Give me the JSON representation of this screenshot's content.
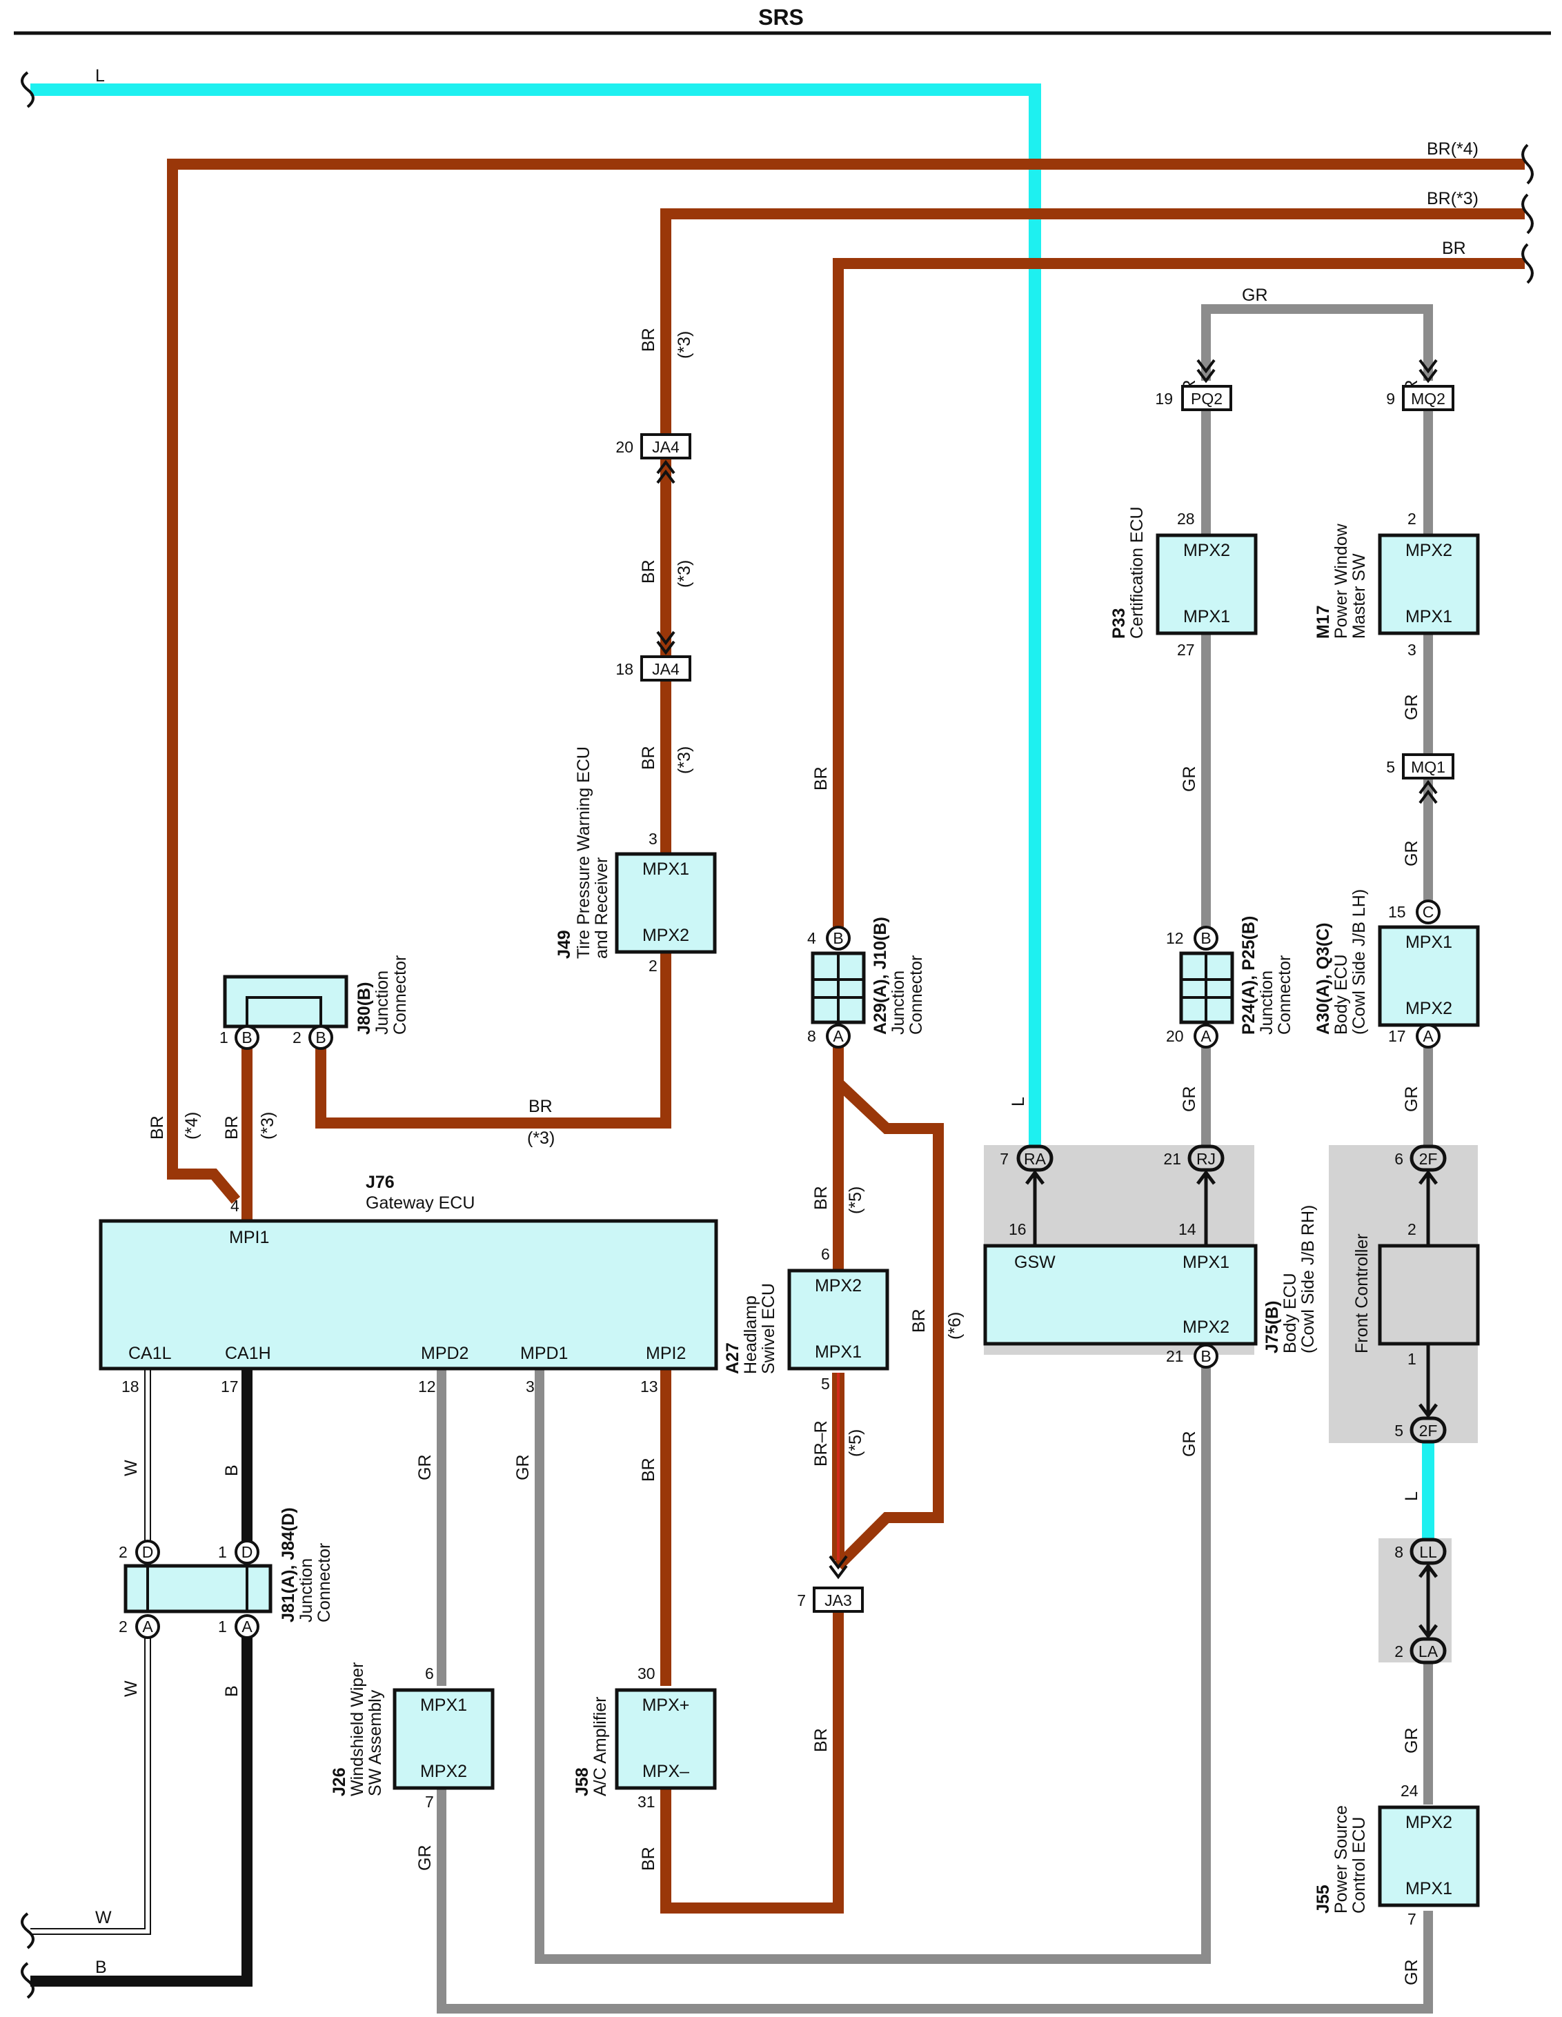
{
  "title": "SRS",
  "colors": {
    "L": "#1ef0f0",
    "BR": "#9a3709",
    "GR": "#8c8c8c",
    "W": "#ffffff",
    "B": "#111111",
    "BR-R": "#d22a1a",
    "box_fill": "#ccf7f7",
    "shade": "#d3d3d3"
  },
  "wires": {
    "top_L": "L",
    "br4": "BR(*4)",
    "br3": "BR(*3)",
    "br": "BR",
    "gr": "GR",
    "bottom_W": "W",
    "bottom_B": "B",
    "BR": "BR",
    "GR": "GR",
    "L": "L",
    "W": "W",
    "B": "B",
    "BRR": "BR–R",
    "n3": "(*3)",
    "n4": "(*4)",
    "n5": "(*5)",
    "n6": "(*6)"
  },
  "connectors": {
    "pq2": "PQ2",
    "mq2": "MQ2",
    "mq1": "MQ1",
    "ja4": "JA4",
    "ja3": "JA3",
    "ra": "RA",
    "rj": "RJ",
    "f2": "2F",
    "ll": "LL",
    "la": "LA",
    "pinB": "B",
    "pinA": "A",
    "pinC": "C",
    "pinD": "D"
  },
  "pins": {
    "p19": "19",
    "p9": "9",
    "p28": "28",
    "p27": "27",
    "p2": "2",
    "p3": "3",
    "p5": "5",
    "p15": "15",
    "p17": "17",
    "p12": "12",
    "p20": "20",
    "p4": "4",
    "p8": "8",
    "p18": "18",
    "p7": "7",
    "p21": "21",
    "p6": "6",
    "p16": "16",
    "p14": "14",
    "p1": "1",
    "p13": "13",
    "p30": "30",
    "p31": "31",
    "p24": "24"
  },
  "components": {
    "j76": {
      "id": "J76",
      "name": "Gateway ECU",
      "mpi1": "MPI1",
      "ca1l": "CA1L",
      "ca1h": "CA1H",
      "mpd2": "MPD2",
      "mpd1": "MPD1",
      "mpi2": "MPI2"
    },
    "j49": {
      "id": "J49",
      "name1": "Tire Pressure Warning ECU",
      "name2": "and Receiver",
      "mpx1": "MPX1",
      "mpx2": "MPX2"
    },
    "j80": {
      "id": "J80(B)",
      "name1": "Junction",
      "name2": "Connector"
    },
    "a29": {
      "id": "A29(A), J10(B)",
      "name1": "Junction",
      "name2": "Connector"
    },
    "p33": {
      "id": "P33",
      "name": "Certification ECU",
      "mpx2": "MPX2",
      "mpx1": "MPX1"
    },
    "m17": {
      "id": "M17",
      "name1": "Power Window",
      "name2": "Master SW",
      "mpx2": "MPX2",
      "mpx1": "MPX1"
    },
    "p24": {
      "id": "P24(A), P25(B)",
      "name1": "Junction",
      "name2": "Connector"
    },
    "a30": {
      "id": "A30(A), Q3(C)",
      "name1": "Body ECU",
      "name2": "(Cowl Side J/B LH)",
      "mpx1": "MPX1",
      "mpx2": "MPX2"
    },
    "j75": {
      "id": "J75(B)",
      "name1": "Body ECU",
      "name2": "(Cowl Side J/B RH)",
      "gsw": "GSW",
      "mpx1": "MPX1",
      "mpx2": "MPX2"
    },
    "fc": {
      "name": "Front Controller"
    },
    "a27": {
      "id": "A27",
      "name1": "Headlamp",
      "name2": "Swivel ECU",
      "mpx2": "MPX2",
      "mpx1": "MPX1"
    },
    "j81": {
      "id": "J81(A), J84(D)",
      "name1": "Junction",
      "name2": "Connector"
    },
    "j26": {
      "id": "J26",
      "name1": "Windshield Wiper",
      "name2": "SW Assembly",
      "mpx1": "MPX1",
      "mpx2": "MPX2"
    },
    "j58": {
      "id": "J58",
      "name": "A/C Amplifier",
      "mpxp": "MPX+",
      "mpxm": "MPX–"
    },
    "j55": {
      "id": "J55",
      "name1": "Power Source",
      "name2": "Control ECU",
      "mpx2": "MPX2",
      "mpx1": "MPX1"
    }
  }
}
